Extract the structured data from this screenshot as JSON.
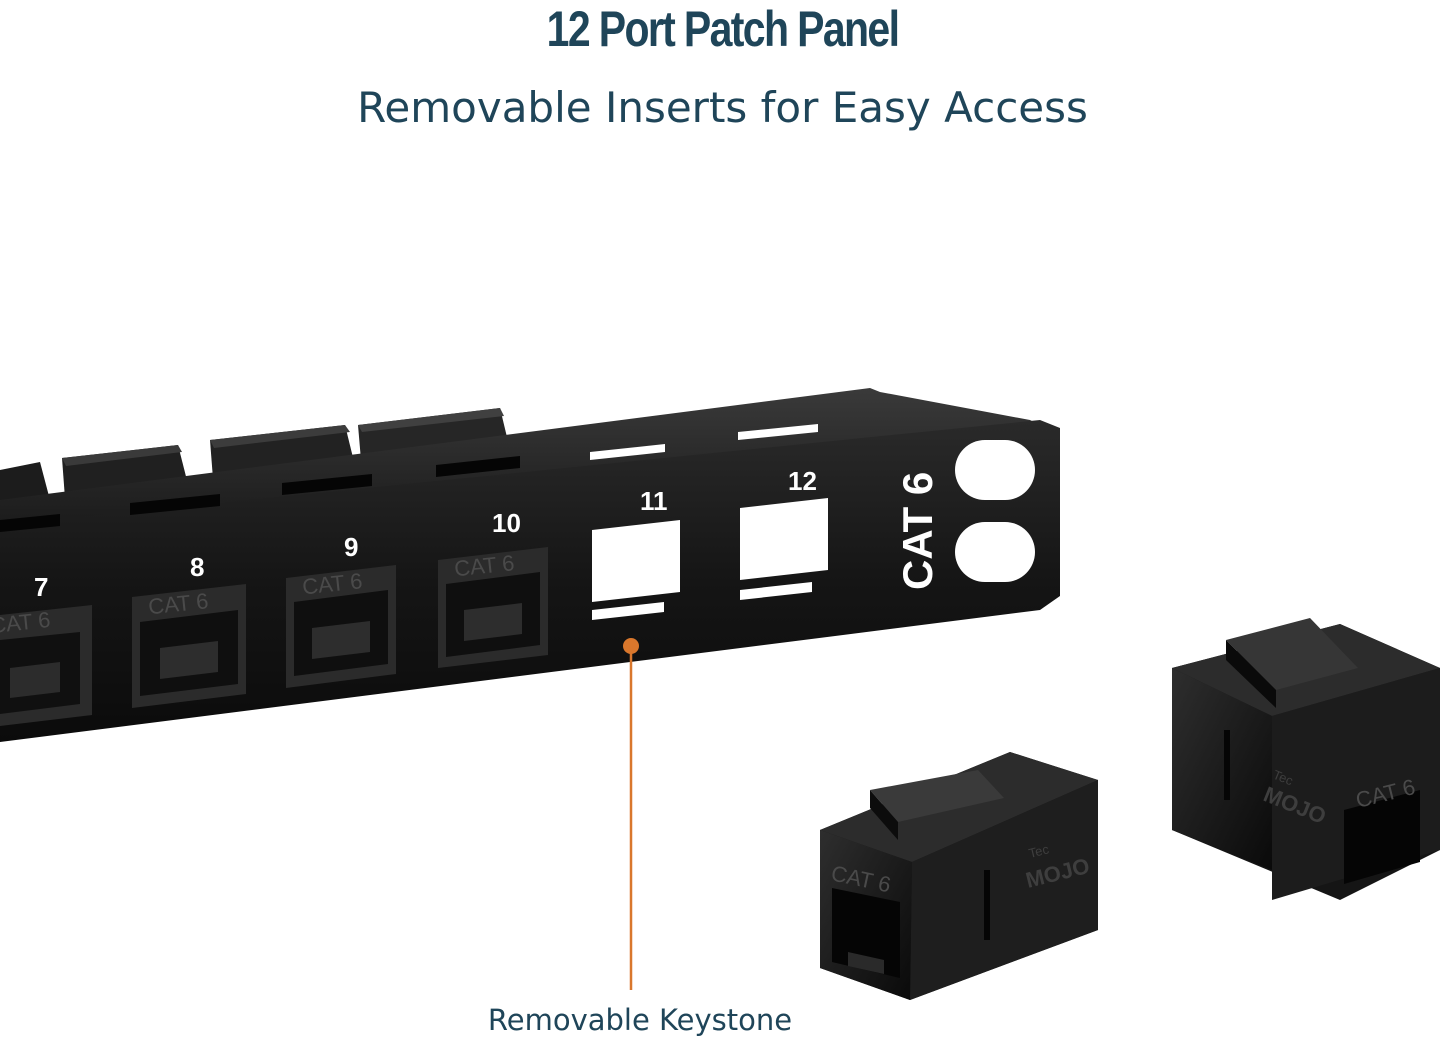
{
  "header": {
    "title": "12 Port Patch Panel",
    "subtitle": "Removable Inserts for Easy Access"
  },
  "panel": {
    "port_numbers": [
      "7",
      "8",
      "9",
      "10",
      "11",
      "12"
    ],
    "side_label": "CAT 6",
    "jack_label": "CAT 6"
  },
  "keystones": {
    "jack_label": "CAT 6",
    "brand_small": "Tec",
    "brand": "MOJO"
  },
  "callout": {
    "label": "Removable Keystone"
  },
  "colors": {
    "heading": "#1f4559",
    "accent": "#d9772c",
    "metal": "#141414",
    "port_text": "#ffffff"
  }
}
